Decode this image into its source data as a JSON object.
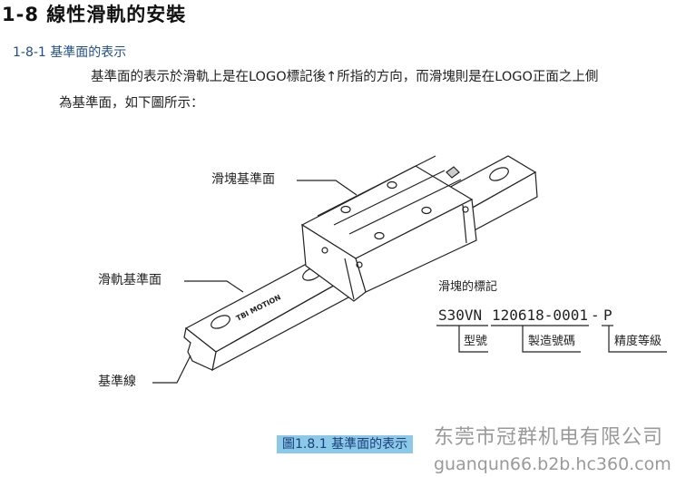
{
  "heading": {
    "title": "1-8  線性滑軌的安裝",
    "subtitle": "1-8-1 基準面的表示"
  },
  "body": {
    "line1": "基準面的表示於滑軌上是在LOGO標記後↑所指的方向，而滑塊則是在LOGO正面之上側",
    "line2": "為基準面，如下圖所示："
  },
  "figure": {
    "labels": {
      "block_ref": "滑塊基準面",
      "rail_ref": "滑軌基準面",
      "ref_line": "基準線"
    },
    "rail_logo": "TBI MOTION",
    "marking": {
      "title": "滑塊的標記",
      "model_code": "S30VN",
      "serial_code": "120618-0001",
      "dash": "-",
      "grade_code": "P",
      "model_label": "型號",
      "serial_label": "製造號碼",
      "grade_label": "精度等級"
    },
    "caption": "圖1.8.1  基準面的表示"
  },
  "watermark": {
    "company": "东莞市冠群机电有限公司",
    "url": "guanqun66.b2b.hc360.com"
  }
}
